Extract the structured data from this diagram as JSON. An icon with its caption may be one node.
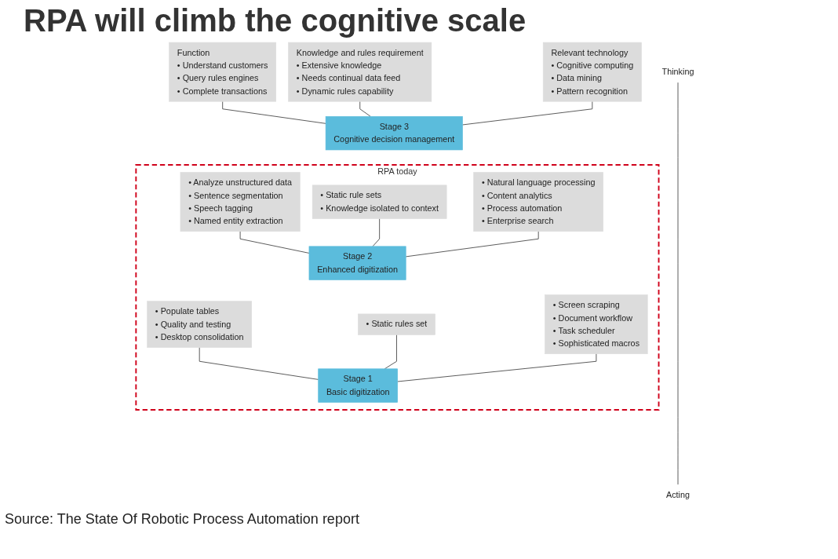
{
  "diagram": {
    "title": "RPA will climb the cognitive scale",
    "caption": "Source: The State Of Robotic Process Automation report",
    "nodes": [
      {
        "text": [
          "Function",
          "• Understand customers",
          "• Query rules engines",
          "• Complete transactions"
        ]
      },
      {
        "text": [
          "Knowledge and rules requirement",
          "• Extensive knowledge",
          "• Needs continual data feed",
          "• Dynamic rules capability"
        ]
      },
      {
        "text": [
          "Relevant technology",
          "• Cognitive computing",
          "• Data mining",
          "• Pattern recognition"
        ]
      },
      {
        "text": [
          "Stage 3",
          "Cognitive decision management"
        ]
      },
      {
        "text": [
          "RPA today"
        ]
      },
      {
        "text": [
          "• Analyze unstructured data",
          "• Sentence segmentation",
          "• Speech tagging",
          "• Named entity extraction"
        ],
        "in": 4
      },
      {
        "text": [
          "• Static rule sets",
          "• Knowledge isolated to context"
        ],
        "in": 4
      },
      {
        "text": [
          "• Natural language processing",
          "• Content analytics",
          "• Process automation",
          "• Enterprise search"
        ],
        "in": 4
      },
      {
        "text": [
          "Stage 2",
          "Enhanced digitization"
        ],
        "in": 4
      },
      {
        "text": [
          "• Populate tables",
          "• Quality and testing",
          "• Desktop consolidation"
        ],
        "in": 4
      },
      {
        "text": [
          "• Static rules set"
        ],
        "in": 4
      },
      {
        "text": [
          "• Screen scraping",
          "• Document workflow",
          "• Task scheduler",
          "• Sophisticated macros"
        ],
        "in": 4
      },
      {
        "text": [
          "Stage 1",
          "Basic digitization"
        ],
        "in": 4
      },
      {
        "text": [
          "Thinking"
        ]
      },
      {
        "text": [
          "Acting"
        ]
      }
    ],
    "edges": [
      {
        "from": 0,
        "to": 3,
        "arrow": "none"
      },
      {
        "from": 1,
        "to": 3,
        "arrow": "none"
      },
      {
        "from": 2,
        "to": 3,
        "arrow": "none"
      },
      {
        "from": 5,
        "to": 8,
        "arrow": "none"
      },
      {
        "from": 6,
        "to": 8,
        "arrow": "none"
      },
      {
        "from": 7,
        "to": 8,
        "arrow": "none"
      },
      {
        "from": 9,
        "to": 12,
        "arrow": "none"
      },
      {
        "from": 10,
        "to": 12,
        "arrow": "none"
      },
      {
        "from": 11,
        "to": 12,
        "arrow": "none"
      },
      {
        "from": 13,
        "to": 14,
        "arrow": "none"
      }
    ]
  }
}
